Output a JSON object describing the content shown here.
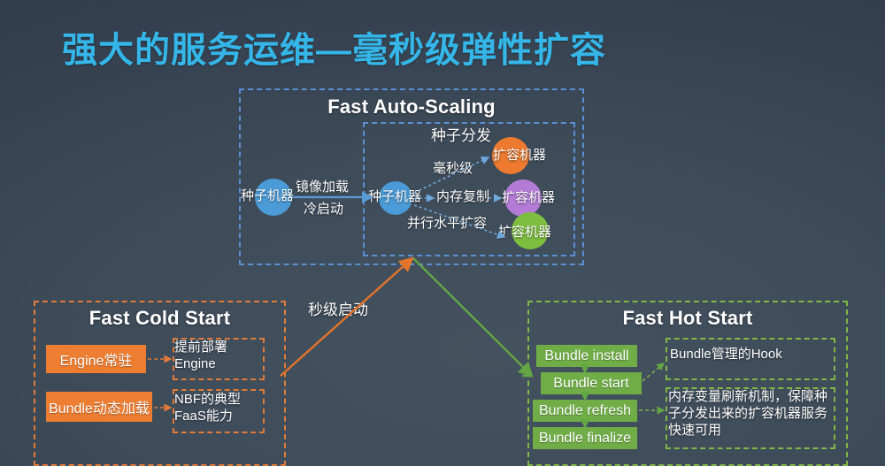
{
  "slide": {
    "title": "强大的服务运维—毫秒级弹性扩容",
    "background_color": "#3E4B59",
    "title_color": "#35B6E8"
  },
  "auto_scaling": {
    "title": "Fast Auto-Scaling",
    "border_color": "#5B8FD4",
    "seed_machine_left": "种子机器",
    "edge_label_line1": "镜像加载",
    "edge_label_line2": "冷启动",
    "inner": {
      "heading": "种子分发",
      "seed_machine": "种子机器",
      "branch_top_label": "毫秒级",
      "branch_mid_label": "内存复制",
      "branch_bottom_label": "并行水平扩容",
      "targets": [
        {
          "label": "扩容机器",
          "color": "#ED7A2E"
        },
        {
          "label": "扩容机器",
          "color": "#B37BD6"
        },
        {
          "label": "扩容机器",
          "color": "#7DBE3F"
        }
      ]
    }
  },
  "connector": {
    "label": "秒级启动",
    "orange_color": "#E2742B",
    "green_color": "#63A644"
  },
  "cold_start": {
    "title": "Fast Cold Start",
    "border_color": "#E07B39",
    "items": [
      {
        "label": "Engine常驻",
        "note": "提前部署\nEngine"
      },
      {
        "label": "Bundle动态加载",
        "note": "NBF的典型\nFaaS能力"
      }
    ],
    "note_1_line1": "提前部署",
    "note_1_line2": "Engine",
    "note_2_line1": "NBF的典型",
    "note_2_line2": "FaaS能力"
  },
  "hot_start": {
    "title": "Fast Hot Start",
    "border_color": "#7FB846",
    "stages": [
      "Bundle install",
      "Bundle start",
      "Bundle refresh",
      "Bundle finalize"
    ],
    "note_1": "Bundle管理的Hook",
    "note_2_line1": "内存变量刷新机制，保障种",
    "note_2_line2": "子分发出来的扩容机器服务",
    "note_2_line3": "快速可用"
  }
}
